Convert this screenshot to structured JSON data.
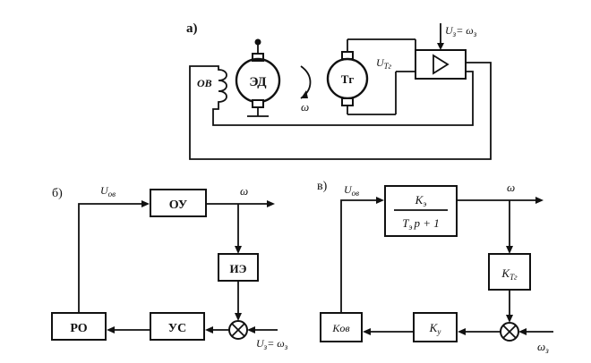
{
  "panel_a": {
    "label": "а)",
    "ov_label": "ОВ",
    "motor_label": "ЭД",
    "omega_label": "ω",
    "tacho_label": "Тг",
    "ut_label": "U",
    "ut_sub": "Тг",
    "uz_label": "U",
    "uz_sub": "з",
    "uz_eq": "= ω",
    "uz_eq_sub": "з"
  },
  "panel_b": {
    "label": "б)",
    "uov_label": "U",
    "uov_sub": "ов",
    "omega_label": "ω",
    "ou_label": "ОУ",
    "ie_label": "ИЭ",
    "ro_label": "РО",
    "us_label": "УС",
    "uz_label": "U",
    "uz_sub": "з",
    "uz_eq": "= ω",
    "uz_eq_sub": "з"
  },
  "panel_c": {
    "label": "в)",
    "uov_label": "U",
    "uov_sub": "ов",
    "omega_label": "ω",
    "tf_num": "K",
    "tf_num_sub": "э",
    "tf_den": "T",
    "tf_den_sub": "э",
    "tf_den_rest": "p + 1",
    "ktg_label": "K",
    "ktg_sub": "Тг",
    "kov_label": "Kов",
    "ku_label": "K",
    "ku_sub": "у",
    "wz_label": "ω",
    "wz_sub": "з"
  }
}
